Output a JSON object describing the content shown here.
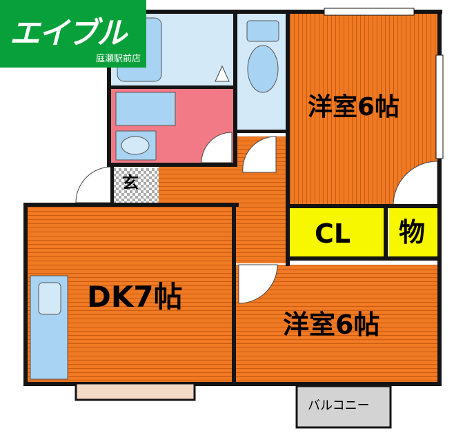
{
  "brand": {
    "name": "エイブル",
    "branch": "庭瀬駅前店",
    "color": "#08a03a"
  },
  "rooms": {
    "western_1": "洋室6帖",
    "western_2": "洋室6帖",
    "dk": "DK7帖",
    "closet": "CL",
    "storage": "物",
    "entrance": "玄",
    "balcony": "バルコニー"
  },
  "colors": {
    "floor": "#f07a23",
    "floor_stripe": "#c85a12",
    "closet_yellow": "#f7f700",
    "wet_blue": "#d3e9f8",
    "fixture_blue": "#a9d3f2",
    "washroom_pink": "#f27a86",
    "wall": "#141414",
    "balcony_gray": "#d3d3d3",
    "window_pink": "#f5d9c7"
  }
}
